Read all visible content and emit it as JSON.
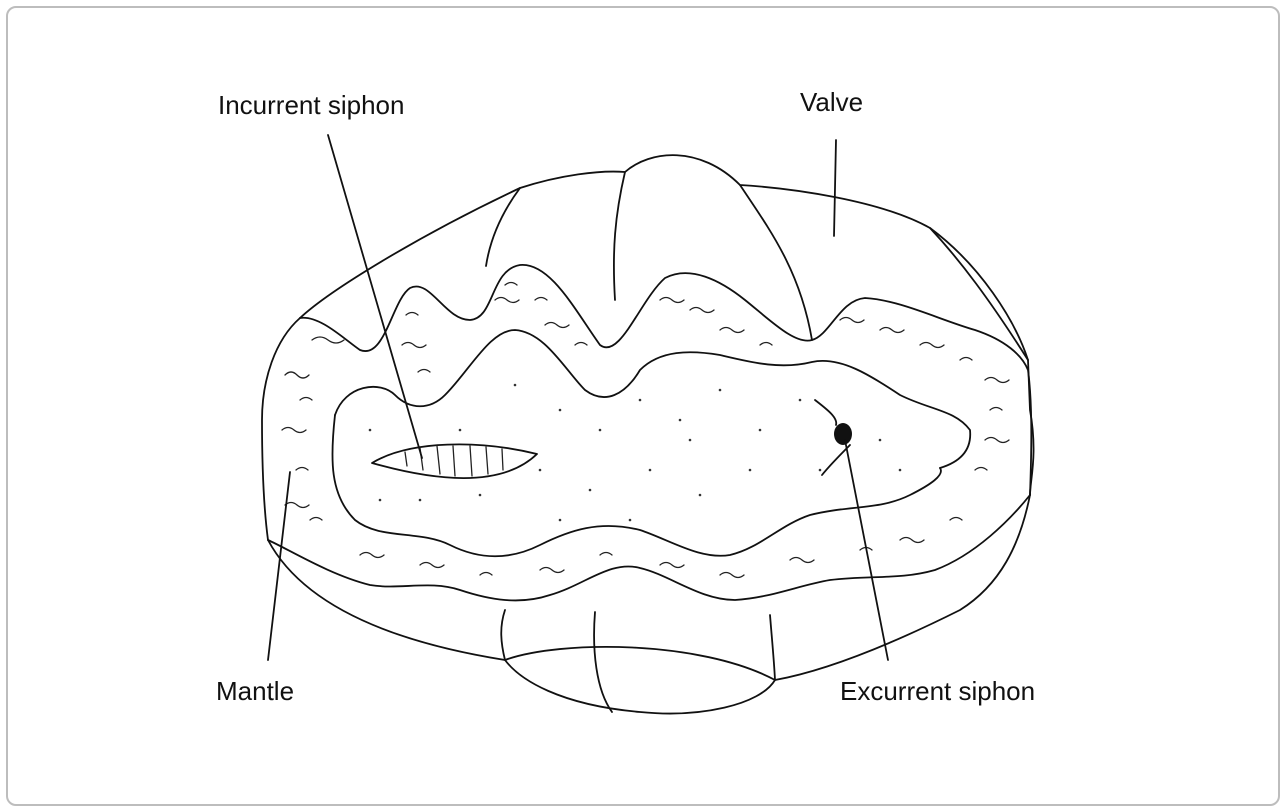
{
  "diagram": {
    "labels": {
      "incurrent_siphon": "Incurrent siphon",
      "valve": "Valve",
      "mantle": "Mantle",
      "excurrent_siphon": "Excurrent siphon"
    }
  }
}
